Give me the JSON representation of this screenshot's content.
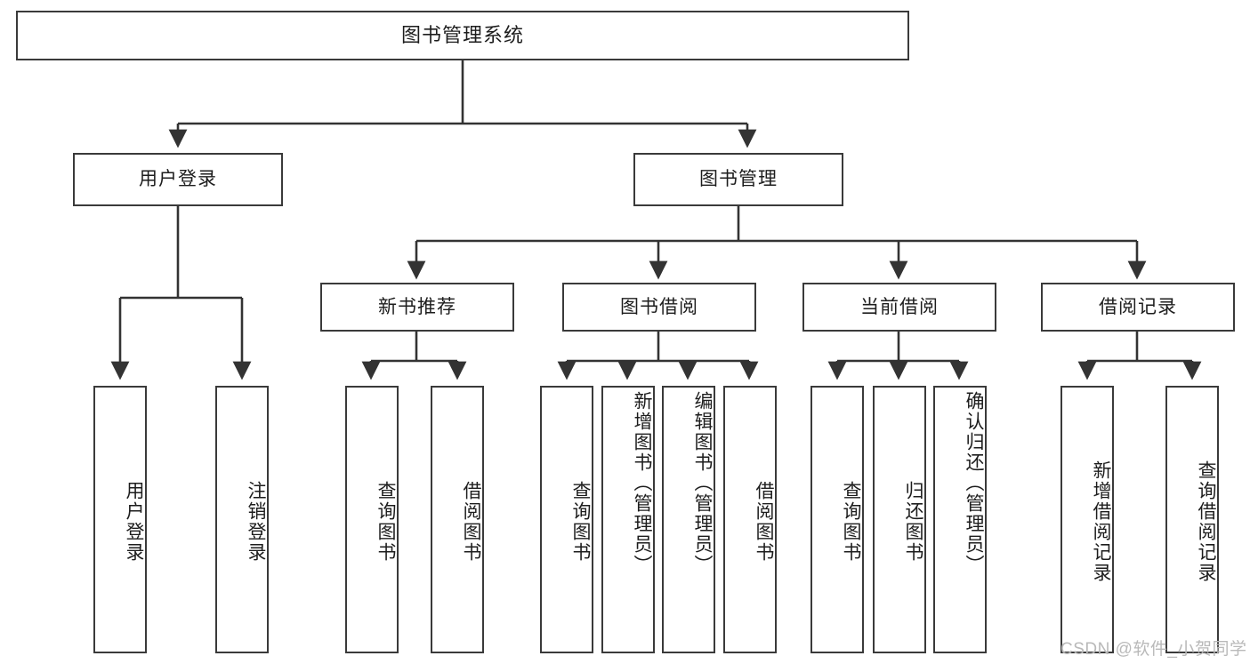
{
  "diagram": {
    "type": "tree-hierarchy",
    "title": "图书管理系统",
    "watermark": "CSDN @软件_小贺同学",
    "colors": {
      "box_border": "#3a3a3a",
      "box_fill": "#ffffff",
      "edge": "#333333",
      "text": "#1d1d1d",
      "watermark": "#b9b9b9",
      "background": "#ffffff"
    },
    "root": {
      "label": "图书管理系统"
    },
    "level2": [
      {
        "id": "user-login",
        "label": "用户登录"
      },
      {
        "id": "book-manage",
        "label": "图书管理"
      }
    ],
    "level3": [
      {
        "id": "new-book-recommend",
        "label": "新书推荐",
        "parent": "book-manage"
      },
      {
        "id": "book-borrow",
        "label": "图书借阅",
        "parent": "book-manage"
      },
      {
        "id": "current-borrow",
        "label": "当前借阅",
        "parent": "book-manage"
      },
      {
        "id": "borrow-record",
        "label": "借阅记录",
        "parent": "book-manage"
      }
    ],
    "leaves": [
      {
        "id": "leaf-user-login",
        "label": "用户登录",
        "parent": "user-login"
      },
      {
        "id": "leaf-user-logout",
        "label": "注销登录",
        "parent": "user-login"
      },
      {
        "id": "leaf-query-book-1",
        "label": "查询图书",
        "parent": "new-book-recommend"
      },
      {
        "id": "leaf-borrow-book-1",
        "label": "借阅图书",
        "parent": "new-book-recommend"
      },
      {
        "id": "leaf-query-book-2",
        "label": "查询图书",
        "parent": "book-borrow"
      },
      {
        "id": "leaf-add-book",
        "label": "新增图书（管理员）",
        "parent": "book-borrow"
      },
      {
        "id": "leaf-edit-book",
        "label": "编辑图书（管理员）",
        "parent": "book-borrow"
      },
      {
        "id": "leaf-borrow-book-2",
        "label": "借阅图书",
        "parent": "book-borrow"
      },
      {
        "id": "leaf-query-book-3",
        "label": "查询图书",
        "parent": "current-borrow"
      },
      {
        "id": "leaf-return-book",
        "label": "归还图书",
        "parent": "current-borrow"
      },
      {
        "id": "leaf-confirm-return",
        "label": "确认归还（管理员）",
        "parent": "current-borrow"
      },
      {
        "id": "leaf-add-record",
        "label": "新增借阅记录",
        "parent": "borrow-record"
      },
      {
        "id": "leaf-query-record",
        "label": "查询借阅记录",
        "parent": "borrow-record"
      }
    ]
  }
}
